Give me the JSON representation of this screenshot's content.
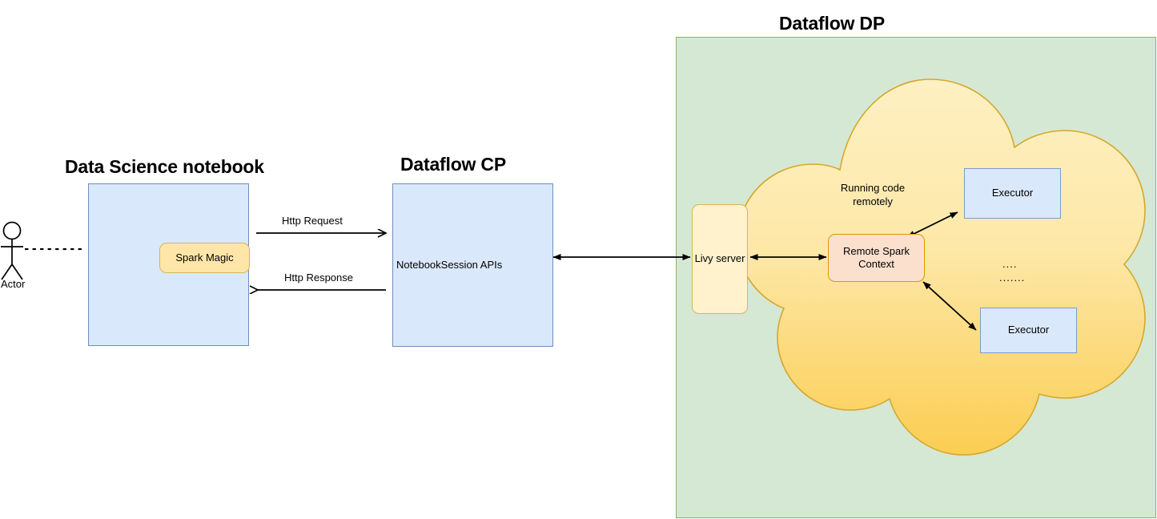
{
  "diagram": {
    "title_notebook": "Data Science notebook",
    "title_cp": "Dataflow CP",
    "title_dp": "Dataflow DP",
    "actor_label": "Actor",
    "spark_magic": "Spark Magic",
    "notebook_session_apis": "NotebookSession APIs",
    "http_request": "Http Request",
    "http_response": "Http Response",
    "livy_server": "Livy server",
    "remote_spark_context": "Remote Spark\nContext",
    "running_code_remotely": "Running code\nremotely",
    "executor_top": "Executor",
    "executor_bottom": "Executor",
    "dots_upper": "....",
    "dots_lower": ".......",
    "colors": {
      "blue_fill": "#dae8fc",
      "blue_stroke": "#6c8ebf",
      "yellow_fill": "#ffe6a8",
      "yellow_light_fill": "#fff2cc",
      "yellow_stroke": "#d6b656",
      "peach_fill": "#fbe0ce",
      "peach_stroke": "#d79b00",
      "green_fill": "#d5e8d4",
      "green_stroke": "#82b366",
      "cloud_top": "#fdeeba",
      "cloud_bottom": "#fbd05b",
      "cloud_stroke": "#d6a72e",
      "line": "#000000"
    }
  }
}
